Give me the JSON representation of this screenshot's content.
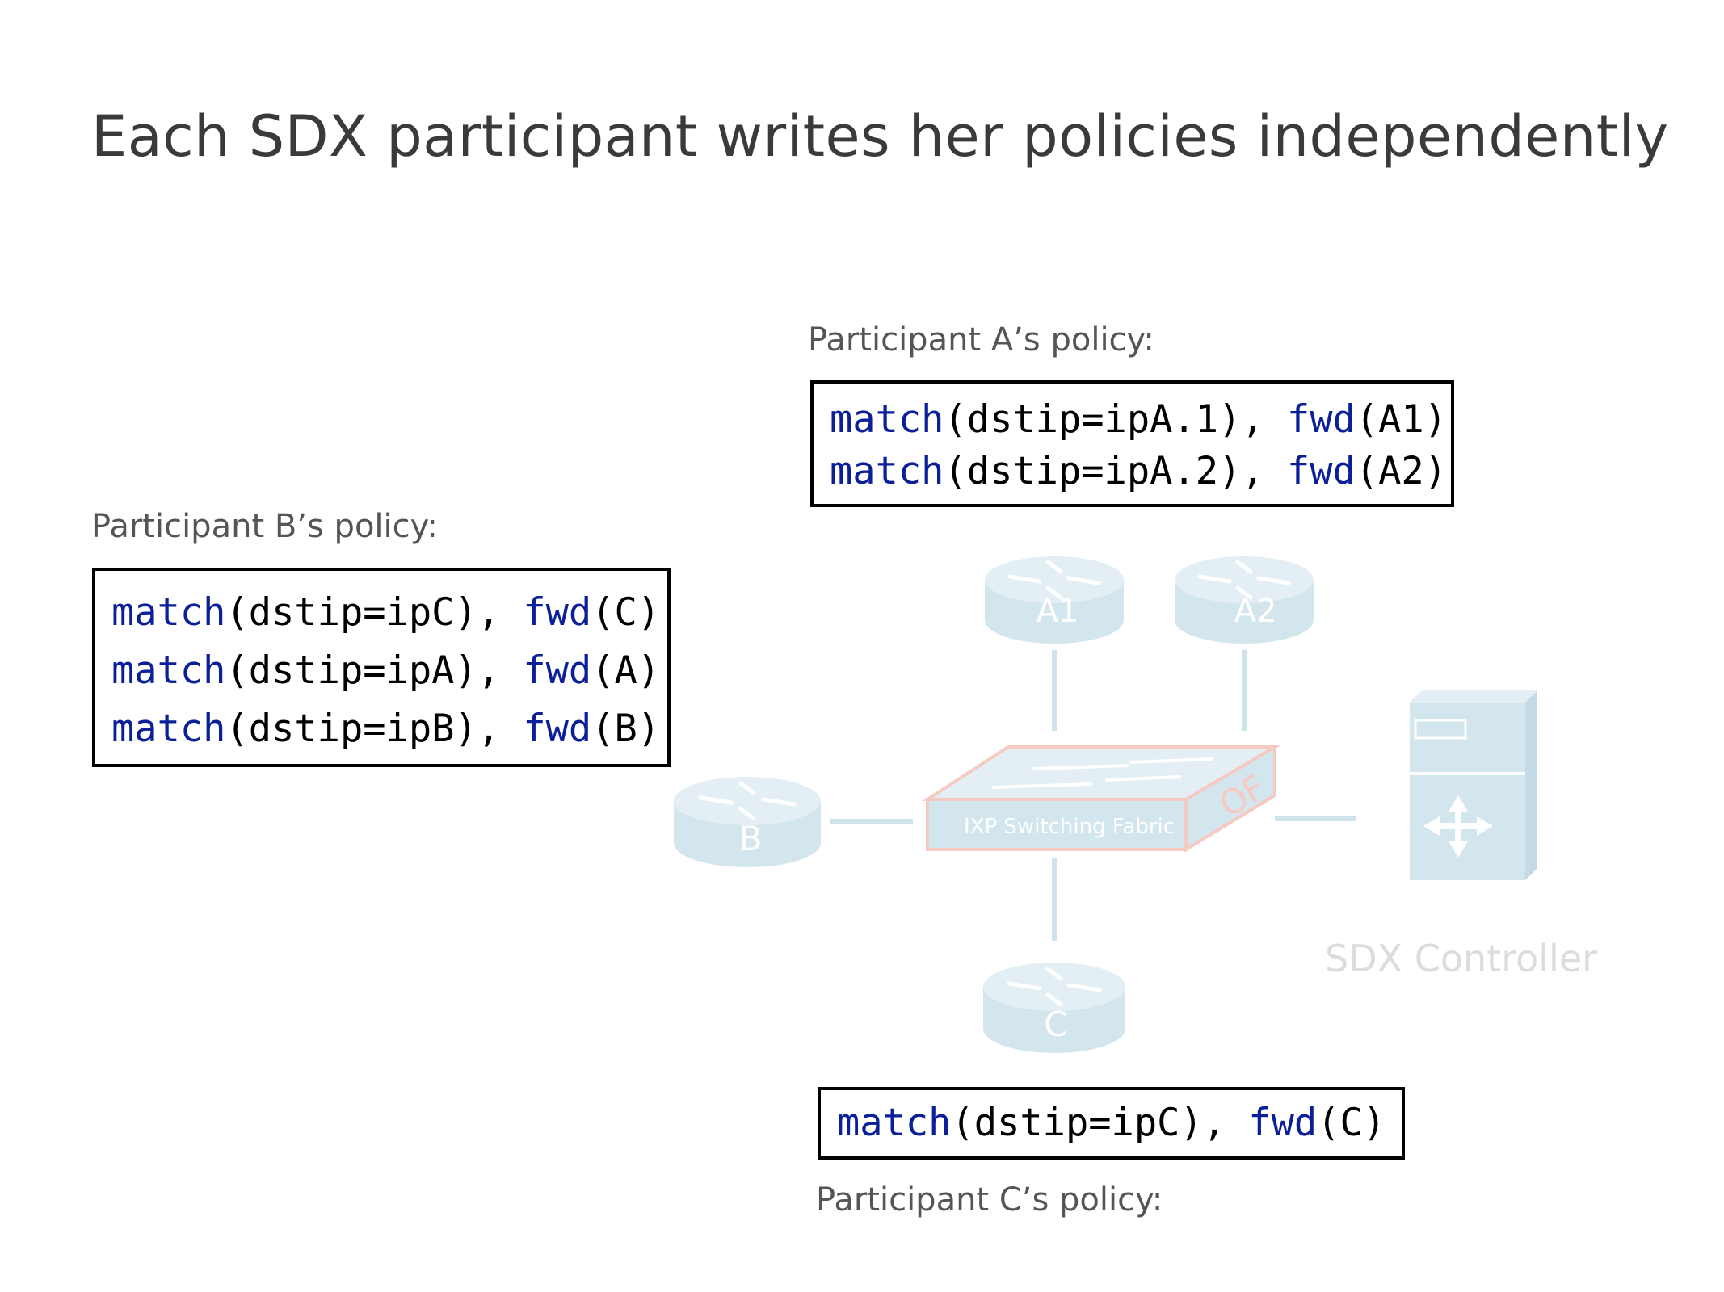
{
  "title": "Each SDX participant writes her policies independently",
  "policies": {
    "a": {
      "caption": "Participant A’s policy:",
      "lines": [
        {
          "kw1": "match",
          "arg1": "(dstip=ipA.1), ",
          "kw2": "fwd",
          "arg2": "(A1)"
        },
        {
          "kw1": "match",
          "arg1": "(dstip=ipA.2), ",
          "kw2": "fwd",
          "arg2": "(A2)"
        }
      ]
    },
    "b": {
      "caption": "Participant B’s policy:",
      "lines": [
        {
          "kw1": "match",
          "arg1": "(dstip=ipC), ",
          "kw2": "fwd",
          "arg2": "(C)"
        },
        {
          "kw1": "match",
          "arg1": "(dstip=ipA), ",
          "kw2": "fwd",
          "arg2": "(A)"
        },
        {
          "kw1": "match",
          "arg1": "(dstip=ipB), ",
          "kw2": "fwd",
          "arg2": "(B)"
        }
      ]
    },
    "c": {
      "caption": "Participant C’s policy:",
      "lines": [
        {
          "kw1": "match",
          "arg1": "(dstip=ipC), ",
          "kw2": "fwd",
          "arg2": "(C)"
        }
      ]
    }
  },
  "diagram": {
    "routers": {
      "a1": "A1",
      "a2": "A2",
      "b": "B",
      "c": "C"
    },
    "fabric_label": "IXP Switching Fabric",
    "fabric_badge": "OF",
    "controller_label": "SDX Controller",
    "colors": {
      "faded_blue": "#cfe3ec",
      "faded_red": "#f6c9c2",
      "keyword": "#0b1f99"
    }
  }
}
